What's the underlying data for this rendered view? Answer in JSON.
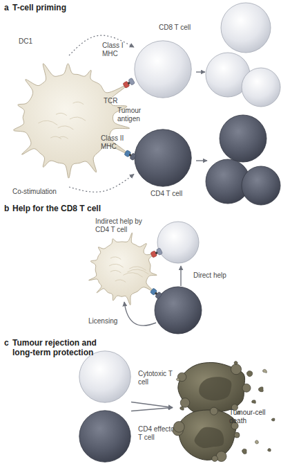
{
  "diagram": {
    "nodes": [
      {
        "text": [
          "DC1"
        ]
      },
      {
        "text": [
          "CD8 T cell"
        ]
      },
      {
        "text": [
          "CD4 T cell"
        ]
      },
      {
        "text": [
          "Cytotoxic T cell"
        ]
      },
      {
        "text": [
          "CD4 effector T cell"
        ]
      },
      {
        "text": [
          "Tumour-cell death"
        ]
      }
    ],
    "edges": [
      {
        "from": 0,
        "to": 1,
        "arrow": "to"
      },
      {
        "from": 0,
        "to": 2,
        "label": "Co-stimulation",
        "arrow": "to"
      },
      {
        "from": 3,
        "to": 5,
        "arrow": "to"
      },
      {
        "from": 4,
        "to": 5,
        "arrow": "to"
      }
    ],
    "labels": [
      "a",
      "T-cell priming",
      "Class I MHC",
      "TCR",
      "Tumour antigen",
      "Class II MHC",
      "b",
      "Help for the CD8 T cell",
      "Indirect help by CD4 T cell",
      "Direct help",
      "Licensing",
      "c",
      "Tumour rejection and long-term protection"
    ]
  }
}
